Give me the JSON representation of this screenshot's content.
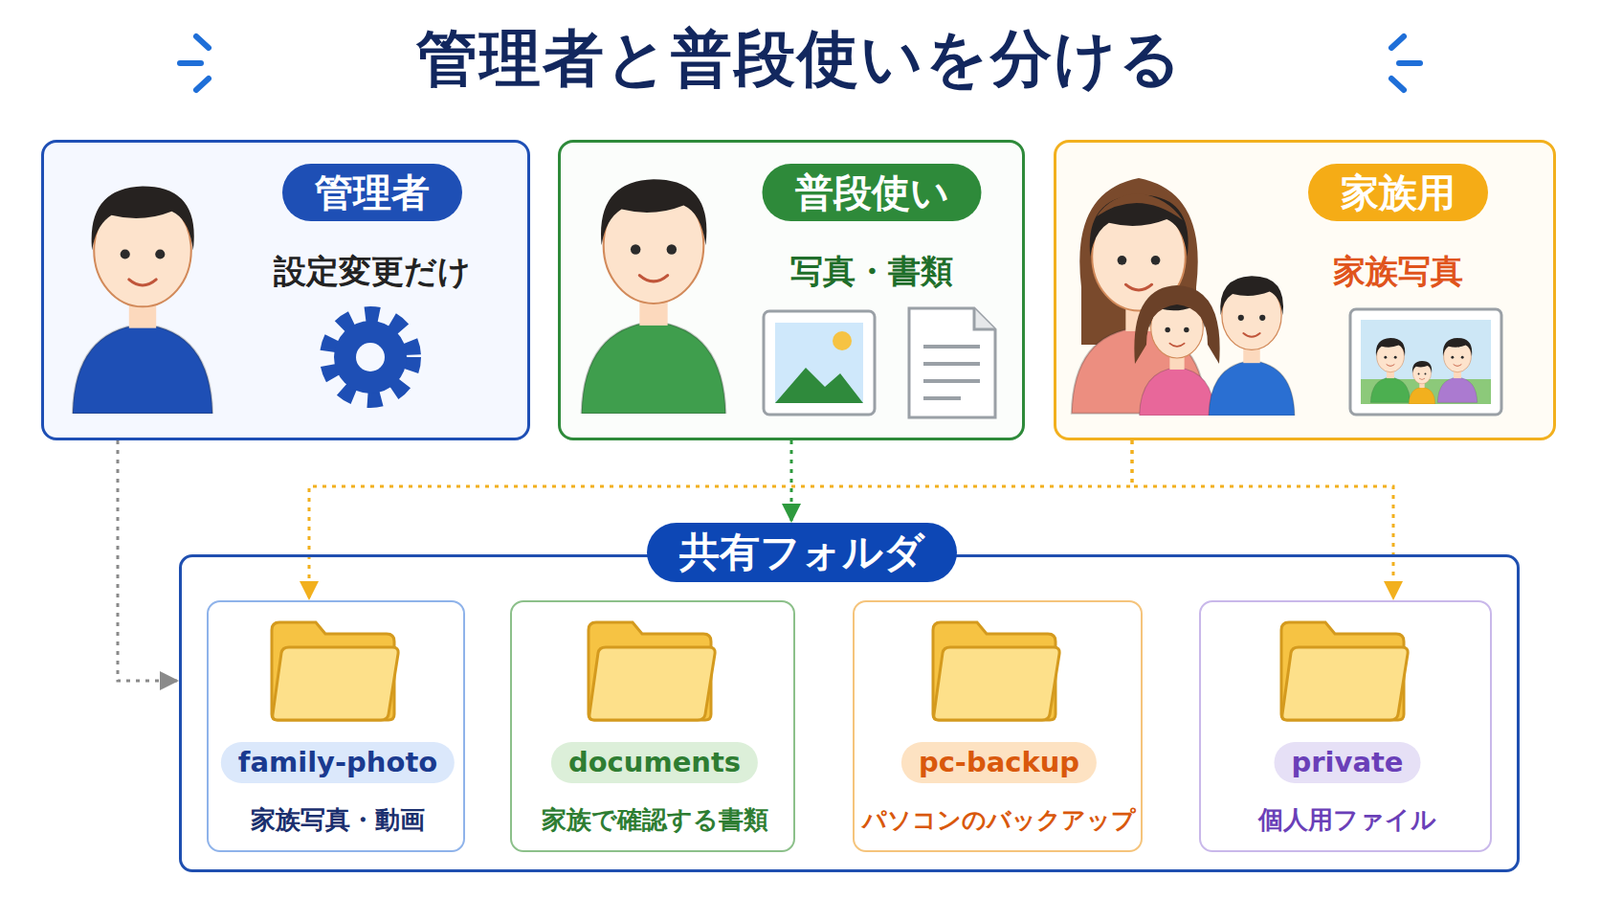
{
  "diagram": {
    "title": "管理者と普段使いを分ける",
    "nodes": [
      {
        "text": [
          "管理者",
          "設定変更だけ"
        ]
      },
      {
        "text": [
          "普段使い",
          "写真・書類"
        ]
      },
      {
        "text": [
          "家族用",
          "家族写真"
        ]
      },
      {
        "text": [
          "共有フォルダ"
        ]
      },
      {
        "text": [
          "family-photo",
          "家族写真・動画"
        ],
        "in": 3
      },
      {
        "text": [
          "documents",
          "家族で確認する書類"
        ],
        "in": 3
      },
      {
        "text": [
          "pc-backup",
          "パソコンのバックアップ"
        ],
        "in": 3
      },
      {
        "text": [
          "private",
          "個人用ファイル"
        ],
        "in": 3
      }
    ],
    "edges": [
      {
        "from": 0,
        "to": 3,
        "arrow": "to"
      },
      {
        "from": 1,
        "to": 3,
        "arrow": "to"
      },
      {
        "from": 2,
        "to": 4,
        "arrow": "to"
      },
      {
        "from": 2,
        "to": 7,
        "arrow": "to"
      }
    ]
  }
}
